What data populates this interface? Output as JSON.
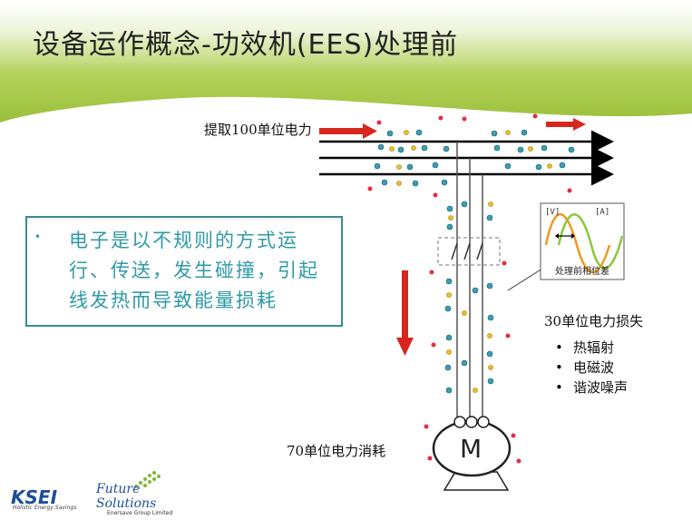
{
  "slide": {
    "title": "设备运作概念-功效机(EES)处理前",
    "colors": {
      "header_green": "#9bbf3a",
      "teal": "#2e9aa6",
      "arrow_red": "#d9261c"
    }
  },
  "diagram": {
    "extract_label": "提取100单位电力",
    "loss_label": "30单位电力损失",
    "loss_items": [
      "热辐射",
      "电磁波",
      "谐波噪声"
    ],
    "consume_label": "70单位电力消耗",
    "motor_label": "M",
    "phase_chart": {
      "v_label": "[V]",
      "a_label": "[A]",
      "caption": "处理前相位差"
    }
  },
  "textbox": {
    "bullet": "•",
    "text": "电子是以不规则的方式运行、传送，发生碰撞，引起线发热而导致能量损耗"
  },
  "logos": {
    "ksei": "KSEI",
    "ksei_sub": "Holistic Energy Savings",
    "fs_line1": "Future",
    "fs_line2": "Solutions",
    "fs_sub": "Enersave Group Limited"
  }
}
